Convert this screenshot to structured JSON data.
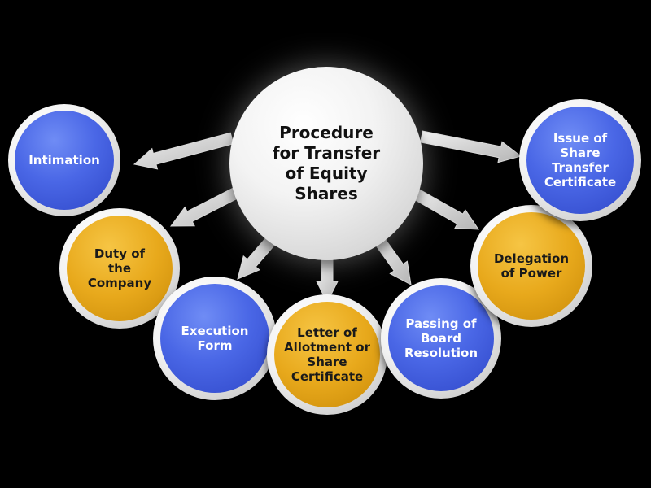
{
  "center": {
    "title": "Procedure for Transfer of Equity Shares"
  },
  "nodes": [
    {
      "id": "intimation",
      "label": "Intimation",
      "color": "blue"
    },
    {
      "id": "duty",
      "label": "Duty of the Company",
      "color": "gold"
    },
    {
      "id": "execution",
      "label": "Execution Form",
      "color": "blue"
    },
    {
      "id": "letter",
      "label": "Letter of Allotment or Share Certificate",
      "color": "gold"
    },
    {
      "id": "passing",
      "label": "Passing of Board Resolution",
      "color": "blue"
    },
    {
      "id": "delegation",
      "label": "Delegation of Power",
      "color": "gold"
    },
    {
      "id": "issue",
      "label": "Issue of Share Transfer Certificate",
      "color": "blue"
    }
  ],
  "colors": {
    "blue": "#3f5ddc",
    "gold": "#e8a91c",
    "arrow": "#d9d9d9",
    "background": "#000000"
  }
}
